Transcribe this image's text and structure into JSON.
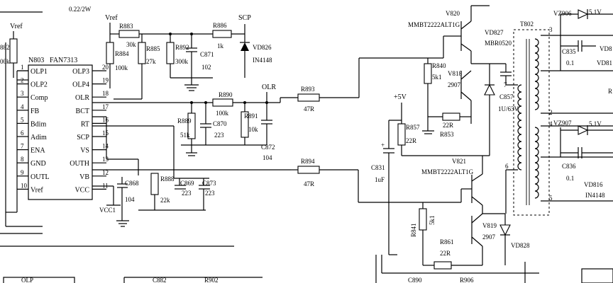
{
  "top_fragment": "0.22/2W",
  "ic": {
    "ref": "N803",
    "part": "FAN7313",
    "left_pins": [
      {
        "num": "1",
        "name": "OLP1"
      },
      {
        "num": "2",
        "name": "OLP2"
      },
      {
        "num": "3",
        "name": "Comp"
      },
      {
        "num": "4",
        "name": "FB"
      },
      {
        "num": "5",
        "name": "Bdim"
      },
      {
        "num": "6",
        "name": "Adim"
      },
      {
        "num": "7",
        "name": "ENA"
      },
      {
        "num": "8",
        "name": "GND"
      },
      {
        "num": "9",
        "name": "OUTL"
      },
      {
        "num": "10",
        "name": "Vref"
      }
    ],
    "right_pins": [
      {
        "num": "20",
        "name": "OLP3"
      },
      {
        "num": "19",
        "name": "OLP4"
      },
      {
        "num": "18",
        "name": "OLR"
      },
      {
        "num": "17",
        "name": "BCT"
      },
      {
        "num": "16",
        "name": "RT"
      },
      {
        "num": "15",
        "name": "SCP"
      },
      {
        "num": "14",
        "name": "VS"
      },
      {
        "num": "13",
        "name": "OUTH"
      },
      {
        "num": "12",
        "name": "VB"
      },
      {
        "num": "11",
        "name": "VCC"
      }
    ]
  },
  "labels": {
    "vref_left": "Vref",
    "vref_top": "Vref",
    "r882": "882",
    "r882_val": "00k",
    "r883": "R883",
    "r883_val": "30k",
    "r884": "R884",
    "r884_val": "100k",
    "r885": "R885",
    "r885_val": "27k",
    "r892": "R892",
    "r892_val": "300k",
    "c871": "C871",
    "c871_val": "102",
    "r886": "R886",
    "r886_val": "1k",
    "scp": "SCP",
    "vd826": "VD826",
    "vd826_val": "IN4148",
    "r890": "R890",
    "r890_val": "100k",
    "r889": "R889",
    "r889_val": "51k",
    "c870": "C870",
    "c870_val": "223",
    "r891": "R891",
    "r891_val": "10k",
    "olr": "OLR",
    "c872": "C872",
    "c872_val": "104",
    "r893": "R893",
    "r893_val": "47R",
    "r894": "R894",
    "r894_val": "47R",
    "c868": "C868",
    "c868_val": "104",
    "vcc1": "VCC1",
    "r888": "R888",
    "r888_val": "22k",
    "c869": "C869",
    "c869_val": "223",
    "c873": "C873",
    "c873_val": "223",
    "v820": "V820",
    "v820_part": "MMBT2222ALT1G",
    "r840": "R840",
    "r840_val": "5k1",
    "v818": "V818",
    "v818_part": "2907",
    "vd827": "VD827",
    "vd827_part": "MBR0520",
    "c857": "C857",
    "c857_val": "1U/63V",
    "r853": "R853",
    "r853_val": "22R",
    "plus5v": "+5V",
    "r857": "R857",
    "r857_val": "22R",
    "c831": "C831",
    "c831_val": "1uF",
    "v821": "V821",
    "v821_part": "MMBT2222ALT1G",
    "r841": "R841",
    "r841_val": "5k1",
    "v819": "V819",
    "v819_part": "2907",
    "r861": "R861",
    "r861_val": "22R",
    "vd828": "VD828",
    "t802": "T802",
    "vz906": "VZ906",
    "vz906_val": "5.1V",
    "vz907": "VZ907",
    "vz907_val": "5.1V",
    "c835": "C835",
    "c835_val": "0.1",
    "c836": "C836",
    "c836_val": "0.1",
    "vd816": "VD816",
    "vd816_val": "IN4148",
    "vd81_frag": "VD8",
    "vd81_frag2": "VD81",
    "pin2": "2",
    "pin3": "3",
    "pin4": "4",
    "pin5": "5",
    "pin6": "6",
    "pin7": "7",
    "r_frag": "R",
    "bottom_olp": "OLP",
    "bottom_c882": "C882",
    "bottom_r902": "R902",
    "bottom_c890": "C890",
    "bottom_r906": "R906"
  }
}
